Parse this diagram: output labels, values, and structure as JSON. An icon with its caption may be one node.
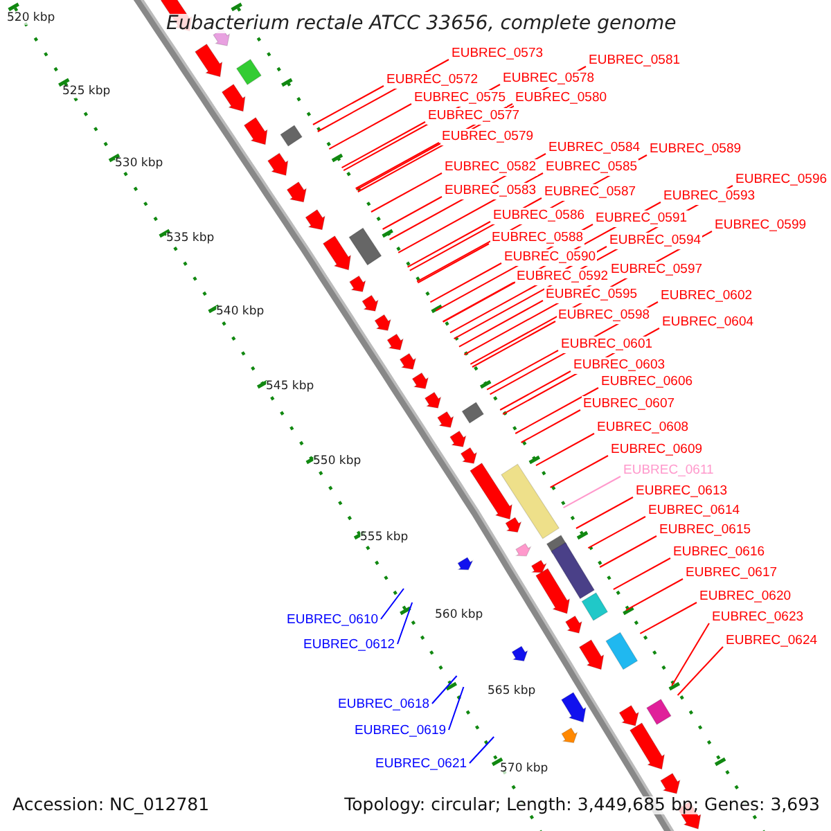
{
  "diagram": {
    "title": "Eubacterium rectale ATCC 33656, complete genome",
    "nodes": [
      {
        "text": [
          "EUBREC_0573"
        ]
      },
      {
        "text": [
          "EUBREC_0581"
        ]
      },
      {
        "text": [
          "EUBREC_0572"
        ]
      },
      {
        "text": [
          "EUBREC_0578"
        ]
      },
      {
        "text": [
          "EUBREC_0575"
        ]
      },
      {
        "text": [
          "EUBREC_0580"
        ]
      },
      {
        "text": [
          "EUBREC_0577"
        ]
      },
      {
        "text": [
          "EUBREC_0579"
        ]
      },
      {
        "text": [
          "EUBREC_0584"
        ]
      },
      {
        "text": [
          "EUBREC_0589"
        ]
      },
      {
        "text": [
          "EUBREC_0582"
        ]
      },
      {
        "text": [
          "EUBREC_0585"
        ]
      },
      {
        "text": [
          "EUBREC_0596"
        ]
      },
      {
        "text": [
          "EUBREC_0583"
        ]
      },
      {
        "text": [
          "EUBREC_0587"
        ]
      },
      {
        "text": [
          "EUBREC_0593"
        ]
      },
      {
        "text": [
          "EUBREC_0586"
        ]
      },
      {
        "text": [
          "EUBREC_0591"
        ]
      },
      {
        "text": [
          "EUBREC_0599"
        ]
      },
      {
        "text": [
          "EUBREC_0588"
        ]
      },
      {
        "text": [
          "EUBREC_0594"
        ]
      },
      {
        "text": [
          "EUBREC_0590"
        ]
      },
      {
        "text": [
          "EUBREC_0597"
        ]
      },
      {
        "text": [
          "EUBREC_0592"
        ]
      },
      {
        "text": [
          "EUBREC_0595"
        ]
      },
      {
        "text": [
          "EUBREC_0602"
        ]
      },
      {
        "text": [
          "EUBREC_0598"
        ]
      },
      {
        "text": [
          "EUBREC_0604"
        ]
      },
      {
        "text": [
          "EUBREC_0601"
        ]
      },
      {
        "text": [
          "EUBREC_0603"
        ]
      },
      {
        "text": [
          "EUBREC_0606"
        ]
      },
      {
        "text": [
          "EUBREC_0607"
        ]
      },
      {
        "text": [
          "EUBREC_0608"
        ]
      },
      {
        "text": [
          "EUBREC_0609"
        ]
      },
      {
        "text": [
          "EUBREC_0611"
        ]
      },
      {
        "text": [
          "EUBREC_0613"
        ]
      },
      {
        "text": [
          "EUBREC_0614"
        ]
      },
      {
        "text": [
          "EUBREC_0615"
        ]
      },
      {
        "text": [
          "EUBREC_0616"
        ]
      },
      {
        "text": [
          "EUBREC_0617"
        ]
      },
      {
        "text": [
          "EUBREC_0620"
        ]
      },
      {
        "text": [
          "EUBREC_0623"
        ]
      },
      {
        "text": [
          "EUBREC_0624"
        ]
      },
      {
        "text": [
          "EUBREC_0610"
        ]
      },
      {
        "text": [
          "EUBREC_0612"
        ]
      },
      {
        "text": [
          "EUBREC_0618"
        ]
      },
      {
        "text": [
          "EUBREC_0619"
        ]
      },
      {
        "text": [
          "EUBREC_0621"
        ]
      }
    ],
    "edges": [
      {
        "from": 0,
        "to": null,
        "arrow": "none"
      },
      {
        "from": 1,
        "to": null,
        "arrow": "none"
      },
      {
        "from": 2,
        "to": null,
        "arrow": "none"
      },
      {
        "from": 3,
        "to": null,
        "arrow": "none"
      },
      {
        "from": 4,
        "to": null,
        "arrow": "none"
      },
      {
        "from": 5,
        "to": null,
        "arrow": "none"
      },
      {
        "from": 6,
        "to": null,
        "arrow": "none"
      },
      {
        "from": 7,
        "to": null,
        "arrow": "none"
      },
      {
        "from": 8,
        "to": null,
        "arrow": "none"
      },
      {
        "from": 9,
        "to": null,
        "arrow": "none"
      },
      {
        "from": 10,
        "to": null,
        "arrow": "none"
      },
      {
        "from": 11,
        "to": null,
        "arrow": "none"
      },
      {
        "from": 12,
        "to": null,
        "arrow": "none"
      },
      {
        "from": 13,
        "to": null,
        "arrow": "none"
      },
      {
        "from": 14,
        "to": null,
        "arrow": "none"
      },
      {
        "from": 15,
        "to": null,
        "arrow": "none"
      },
      {
        "from": 16,
        "to": null,
        "arrow": "none"
      },
      {
        "from": 17,
        "to": null,
        "arrow": "none"
      },
      {
        "from": 18,
        "to": null,
        "arrow": "none"
      },
      {
        "from": 19,
        "to": null,
        "arrow": "none"
      },
      {
        "from": 20,
        "to": null,
        "arrow": "none"
      },
      {
        "from": 21,
        "to": null,
        "arrow": "none"
      },
      {
        "from": 22,
        "to": null,
        "arrow": "none"
      },
      {
        "from": 23,
        "to": null,
        "arrow": "none"
      },
      {
        "from": 24,
        "to": null,
        "arrow": "none"
      },
      {
        "from": 25,
        "to": null,
        "arrow": "none"
      },
      {
        "from": 26,
        "to": null,
        "arrow": "none"
      },
      {
        "from": 27,
        "to": null,
        "arrow": "none"
      },
      {
        "from": 28,
        "to": null,
        "arrow": "none"
      },
      {
        "from": 29,
        "to": null,
        "arrow": "none"
      },
      {
        "from": 30,
        "to": null,
        "arrow": "none"
      },
      {
        "from": 31,
        "to": null,
        "arrow": "none"
      },
      {
        "from": 32,
        "to": null,
        "arrow": "none"
      },
      {
        "from": 33,
        "to": null,
        "arrow": "none"
      },
      {
        "from": 34,
        "to": null,
        "arrow": "none",
        "color": "#ff99cc"
      },
      {
        "from": 35,
        "to": null,
        "arrow": "none"
      },
      {
        "from": 36,
        "to": null,
        "arrow": "none"
      },
      {
        "from": 37,
        "to": null,
        "arrow": "none"
      },
      {
        "from": 38,
        "to": null,
        "arrow": "none"
      },
      {
        "from": 39,
        "to": null,
        "arrow": "none"
      },
      {
        "from": 40,
        "to": null,
        "arrow": "none"
      },
      {
        "from": 41,
        "to": null,
        "arrow": "none"
      },
      {
        "from": 42,
        "to": null,
        "arrow": "none"
      },
      {
        "from": 43,
        "to": null,
        "arrow": "none",
        "color": "#0000ff"
      },
      {
        "from": 44,
        "to": null,
        "arrow": "none",
        "color": "#0000ff"
      },
      {
        "from": 45,
        "to": null,
        "arrow": "none",
        "color": "#0000ff"
      },
      {
        "from": 46,
        "to": null,
        "arrow": "none",
        "color": "#0000ff"
      },
      {
        "from": 47,
        "to": null,
        "arrow": "none",
        "color": "#0000ff"
      }
    ],
    "labels": [
      "520 kbp",
      "525 kbp",
      "530 kbp",
      "535 kbp",
      "540 kbp",
      "545 kbp",
      "550 kbp",
      "555 kbp",
      "560 kbp",
      "565 kbp",
      "570 kbp",
      "Accession: NC_012781",
      "Topology: circular; Length: 3,449,685 bp; Genes: 3,693"
    ]
  }
}
